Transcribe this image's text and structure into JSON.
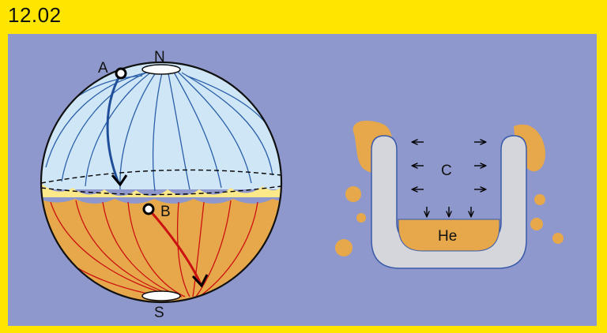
{
  "figure_number": "12.02",
  "colors": {
    "border": "#ffe600",
    "panel": "#8e98cc",
    "north_fill": "#cfe6f7",
    "north_line": "#2a5fa8",
    "south_fill": "#e6a84a",
    "south_line": "#cc1111",
    "band": "#fbe98a",
    "tube": "#d4d6db",
    "tube_edge": "#3a5aa8"
  },
  "sphere": {
    "labels": {
      "north": "N",
      "south": "S",
      "point_a": "A",
      "point_b": "B"
    }
  },
  "tube_diagram": {
    "center_label": "C",
    "bottom_label": "He"
  }
}
